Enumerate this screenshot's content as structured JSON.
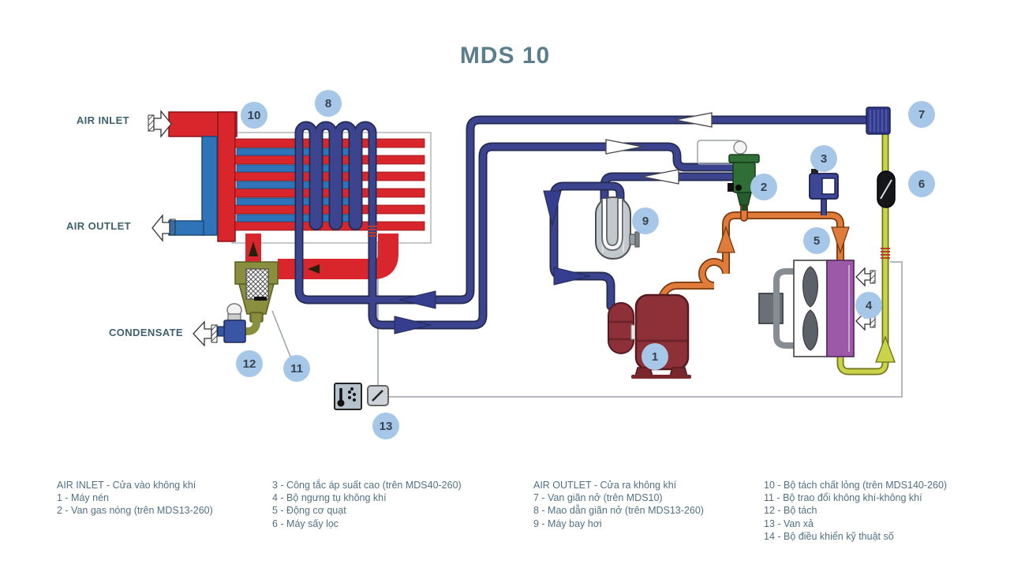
{
  "title": "MDS 10",
  "labels": {
    "air_inlet": "AIR INLET",
    "air_outlet": "AIR OUTLET",
    "condensate": "CONDENSATE"
  },
  "badges": {
    "n1": "1",
    "n2": "2",
    "n3": "3",
    "n4": "4",
    "n5": "5",
    "n6": "6",
    "n7": "7",
    "n8": "8",
    "n9": "9",
    "n10": "10",
    "n11": "11",
    "n12": "12",
    "n13": "13"
  },
  "legend": {
    "col1": [
      "AIR INLET - Cửa vào không khí",
      "1 - Máy nén",
      "2 - Van gas nóng (trên MDS13-260)"
    ],
    "col2": [
      "3 - Công tắc áp suất cao (trên MDS40-260)",
      "4 - Bộ ngưng tụ không khí",
      "5 - Động cơ quạt",
      "6 - Máy sấy lọc"
    ],
    "col3": [
      "AIR OUTLET - Cửa ra không khí",
      "7 - Van giãn nở (trên MDS10)",
      "8 - Mao dẫn giãn nở (trên MDS13-260)",
      "9 - Máy bay hơi"
    ],
    "col4": [
      "10 - Bộ tách chất lỏng (trên MDS140-260)",
      "11 - Bộ trao đổi không khí-không khí",
      "12 - Bộ tách",
      "13 - Van xả",
      "14 - Bộ điều khiển kỹ thuật số"
    ]
  },
  "colors": {
    "title_text": "#5a7e8c",
    "legend_text": "#537083",
    "badge_fill": "#a6c7e8",
    "pipe_navy": "#3c448f",
    "pipe_orange": "#e07b3a",
    "pipe_yellow_green": "#c9d44a",
    "duct_red": "#d8262c",
    "duct_blue": "#2f74b8",
    "condenser_purple": "#9b59a8",
    "compressor_red": "#8e3038",
    "valve_green": "#2f6e35"
  }
}
